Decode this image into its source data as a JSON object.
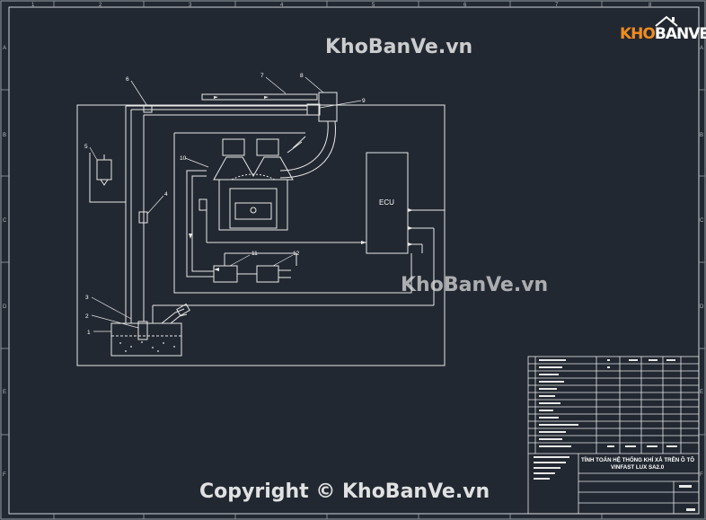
{
  "watermarks": {
    "top": "KhoBanVe.vn",
    "middle": "KhoBanVe.vn",
    "bottom": "Copyright © KhoBanVe.vn"
  },
  "logo": {
    "part1": "KHO",
    "part2": "BANVE"
  },
  "frame": {
    "top_ruler": [
      "1",
      "2",
      "3",
      "4",
      "5",
      "6",
      "7",
      "8"
    ],
    "side_ruler": [
      "A",
      "B",
      "C",
      "D",
      "E",
      "F"
    ]
  },
  "diagram": {
    "ecu_label": "ECU",
    "callouts": [
      "1",
      "2",
      "3",
      "4",
      "5",
      "6",
      "7",
      "8",
      "9",
      "10",
      "11",
      "12"
    ]
  },
  "title_block": {
    "title_line1": "TÍNH TOÁN HỆ THỐNG KHÍ XẢ TRÊN Ô TÔ",
    "title_line2": "VINFAST LUX SA2.0"
  },
  "colors": {
    "background": "#222831",
    "line": "#e8e8e8",
    "logo_orange": "#f28c1e"
  }
}
